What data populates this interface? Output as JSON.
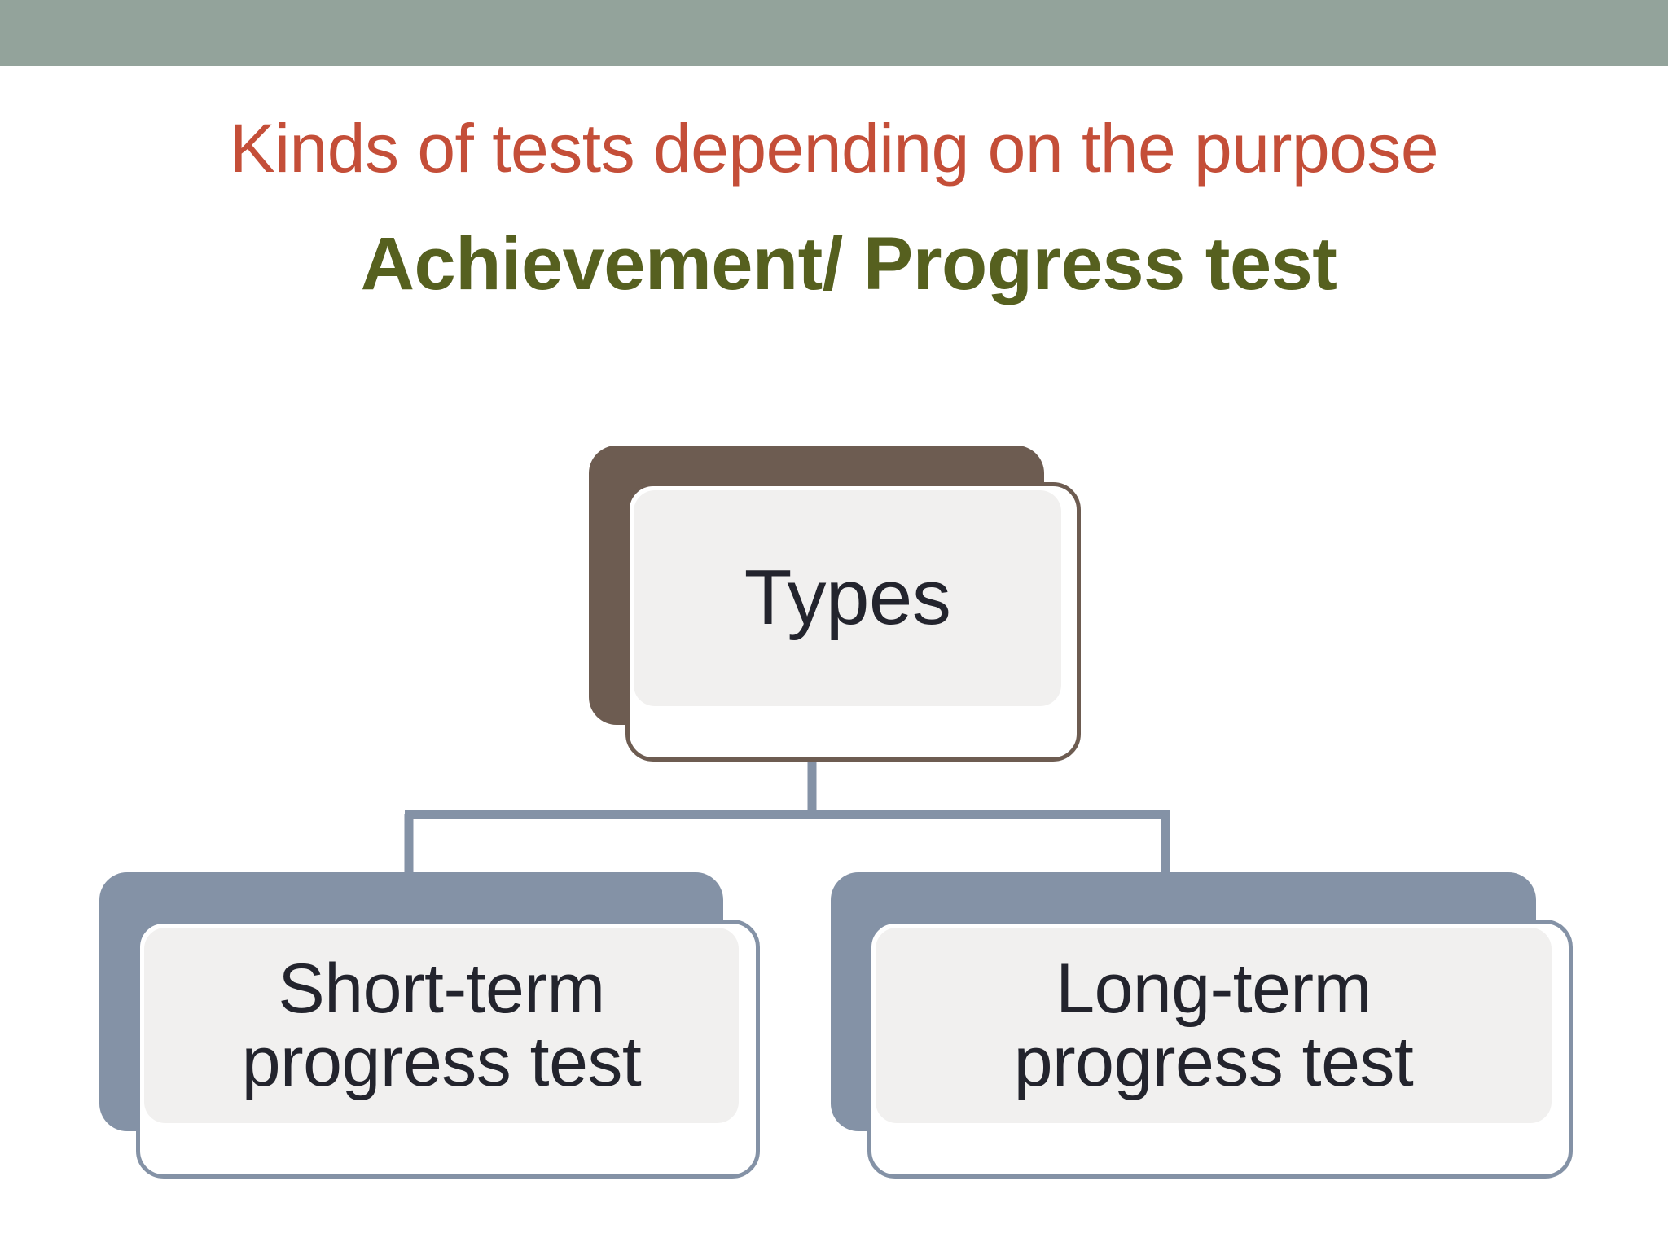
{
  "slide": {
    "title": "Kinds of tests depending on the purpose",
    "subtitle": "Achievement/ Progress test",
    "title_color": "#c44e38",
    "subtitle_color": "#56601f",
    "band_color": "#93a39b",
    "background_color": "#ffffff"
  },
  "diagram": {
    "type": "hierarchy",
    "root": {
      "label": "Types",
      "fill_color": "#6d5c51",
      "text_color": "#23242d",
      "inner_fill": "#f1f0ef"
    },
    "children": [
      {
        "label": "Short-term progress test",
        "line1": "Short-term",
        "line2": "progress test",
        "fill_color": "#8492a6",
        "text_color": "#23242d",
        "inner_fill": "#f1f0ef"
      },
      {
        "label": "Long-term progress test",
        "line1": "Long-term",
        "line2": "progress test",
        "fill_color": "#8492a6",
        "text_color": "#23242d",
        "inner_fill": "#f1f0ef"
      }
    ],
    "connector_color": "#8492a6"
  }
}
